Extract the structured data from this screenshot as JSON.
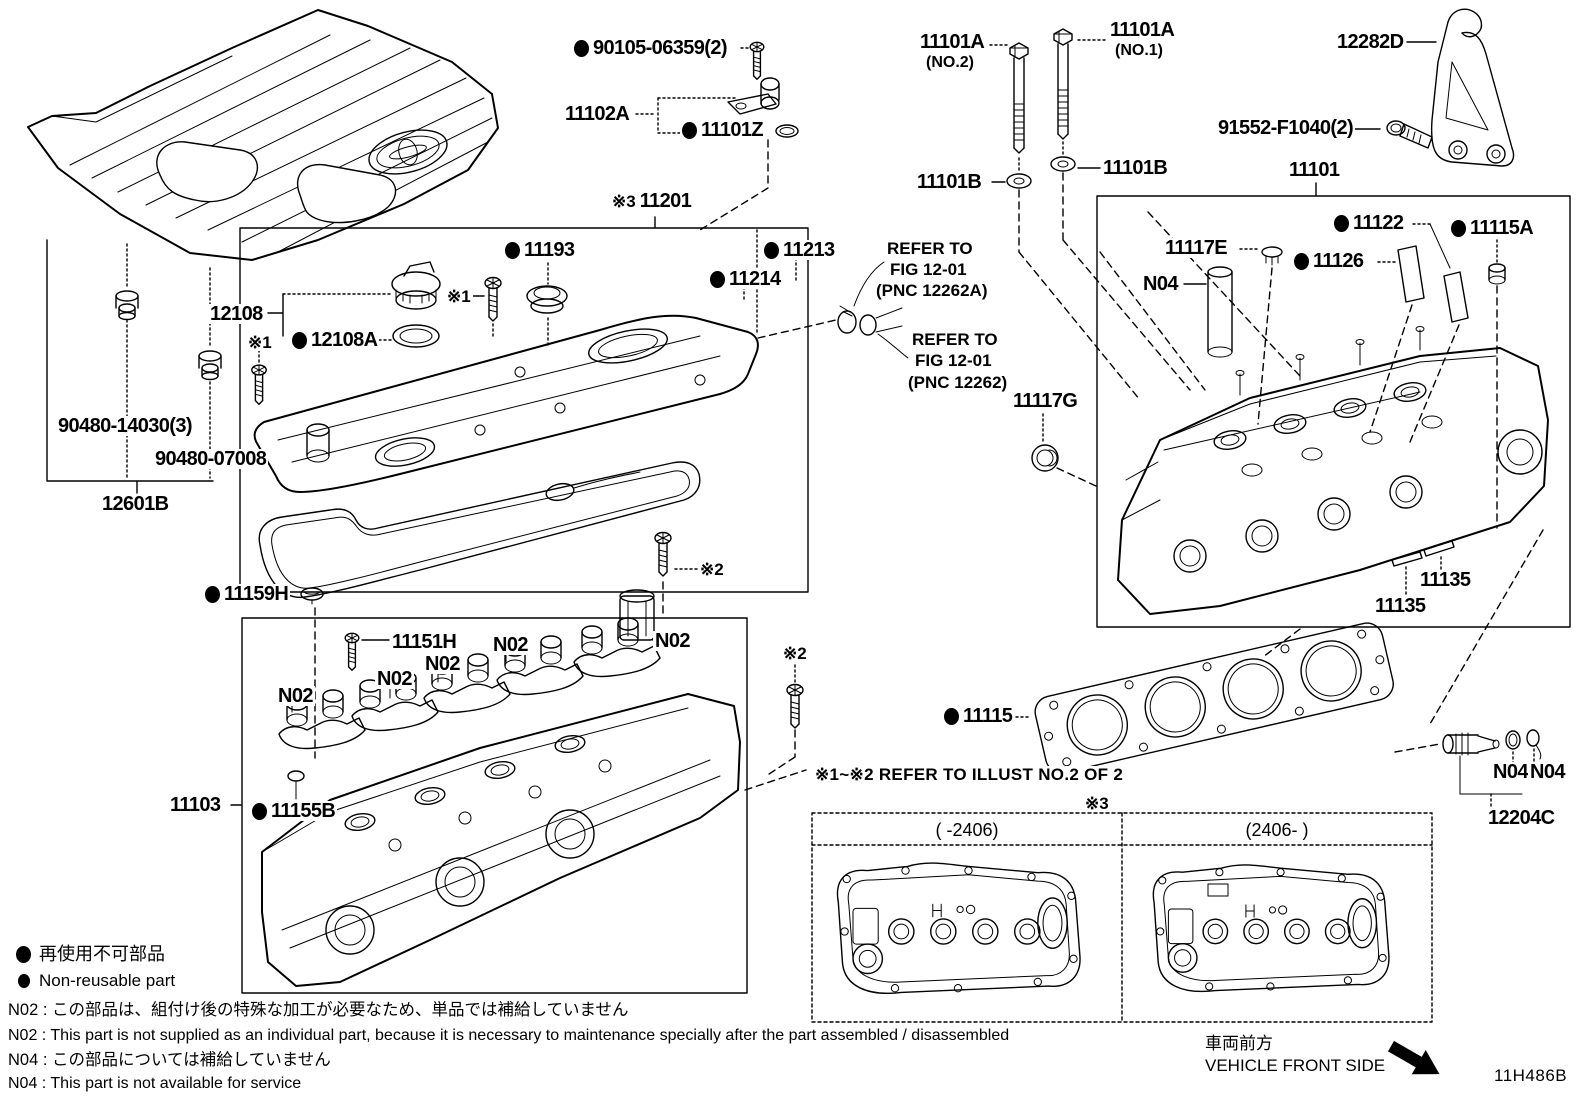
{
  "parts": {
    "p90105": "90105-06359(2)",
    "p11102A": "11102A",
    "p11101Z": "11101Z",
    "p11201": "11201",
    "p11193": "11193",
    "p11213": "11213",
    "p11214": "11214",
    "p11101A": "11101A",
    "no1": "(NO.1)",
    "no2": "(NO.2)",
    "p11101B": "11101B",
    "p12282D": "12282D",
    "p91552": "91552-F1040(2)",
    "p11101": "11101",
    "p11122": "11122",
    "p11115A": "11115A",
    "p11126": "11126",
    "p11117E": "11117E",
    "p11117G": "11117G",
    "p11135": "11135",
    "p12108": "12108",
    "p12108A": "12108A",
    "p90480_14030": "90480-14030(3)",
    "p90480_07008": "90480-07008",
    "p12601B": "12601B",
    "p11159H": "11159H",
    "p11151H": "11151H",
    "p11103": "11103",
    "p11155B": "11155B",
    "p11115": "11115",
    "p12204C": "12204C"
  },
  "markers": {
    "x1": "※1",
    "x2": "※2",
    "x3": "※3",
    "n02": "N02",
    "n04": "N04"
  },
  "refer_a": {
    "l1": "REFER TO",
    "l2": "FIG 12-01",
    "l3": "(PNC 12262A)"
  },
  "refer_b": {
    "l1": "REFER TO",
    "l2": "FIG 12-01",
    "l3": "(PNC 12262)"
  },
  "table": {
    "left_header": "(    -2406)",
    "right_header": "(2406-    )"
  },
  "notes": {
    "illust": "※1~※2  REFER TO ILLUST NO.2 OF 2",
    "nonreusable_jp": "再使用不可部品",
    "nonreusable_en": "Non-reusable part",
    "n02_jp": "N02 : この部品は、組付け後の特殊な加工が必要なため、単品では補給していません",
    "n02_en": "N02 : This part is not supplied as an individual part, because it is necessary to maintenance specially after the part assembled / disassembled",
    "n04_jp": "N04 : この部品については補給していません",
    "n04_en": "N04 : This part is not available for service",
    "front_jp": "車両前方",
    "front_en": "VEHICLE FRONT SIDE",
    "code": "11H486B"
  },
  "colors": {
    "ink": "#000000",
    "paper": "#ffffff"
  }
}
